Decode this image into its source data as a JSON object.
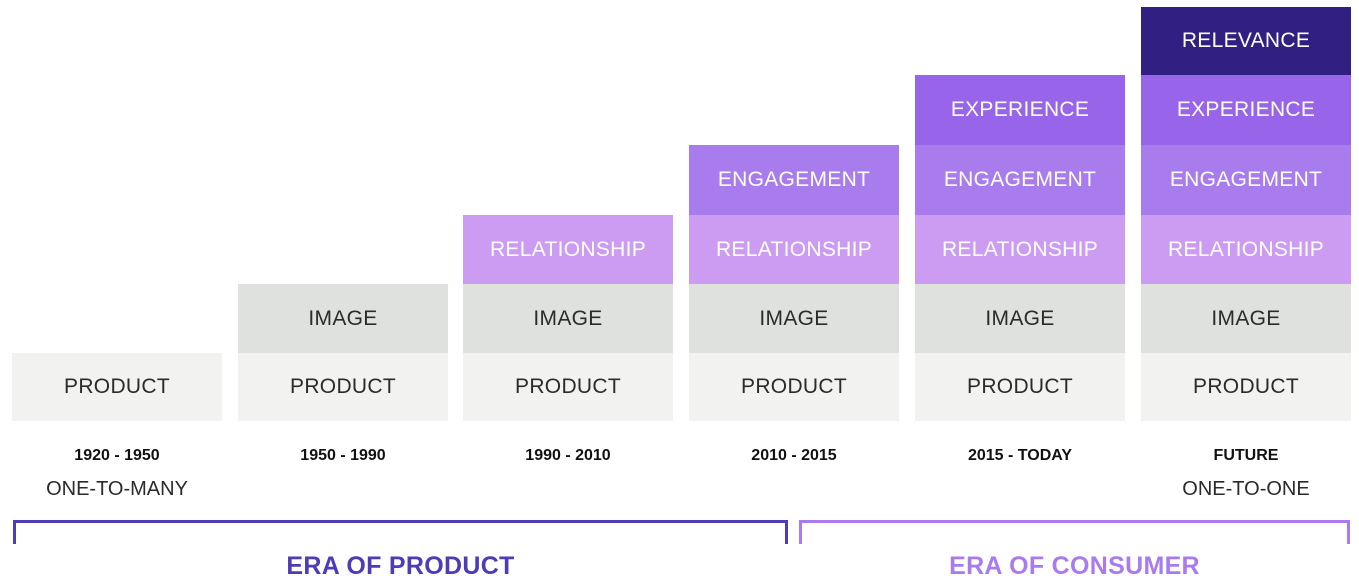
{
  "colors": {
    "product": "#f2f2f1",
    "image": "#dfe1de",
    "relationship": "#cc9cf2",
    "engagement": "#a97ced",
    "experience": "#9864e9",
    "relevance": "#312082",
    "era_product": "#4d3bb8",
    "era_consumer": "#a87cf0"
  },
  "columns": [
    {
      "period": "1920 - 1950",
      "sub": "ONE-TO-MANY",
      "levels": [
        "PRODUCT"
      ]
    },
    {
      "period": "1950 - 1990",
      "sub": "",
      "levels": [
        "PRODUCT",
        "IMAGE"
      ]
    },
    {
      "period": "1990 - 2010",
      "sub": "",
      "levels": [
        "PRODUCT",
        "IMAGE",
        "RELATIONSHIP"
      ]
    },
    {
      "period": "2010 - 2015",
      "sub": "",
      "levels": [
        "PRODUCT",
        "IMAGE",
        "RELATIONSHIP",
        "ENGAGEMENT"
      ]
    },
    {
      "period": "2015 - TODAY",
      "sub": "",
      "levels": [
        "PRODUCT",
        "IMAGE",
        "RELATIONSHIP",
        "ENGAGEMENT",
        "EXPERIENCE"
      ]
    },
    {
      "period": "FUTURE",
      "sub": "ONE-TO-ONE",
      "levels": [
        "PRODUCT",
        "IMAGE",
        "RELATIONSHIP",
        "ENGAGEMENT",
        "EXPERIENCE",
        "RELEVANCE"
      ]
    }
  ],
  "eras": {
    "product": "ERA OF PRODUCT",
    "consumer": "ERA OF CONSUMER"
  }
}
